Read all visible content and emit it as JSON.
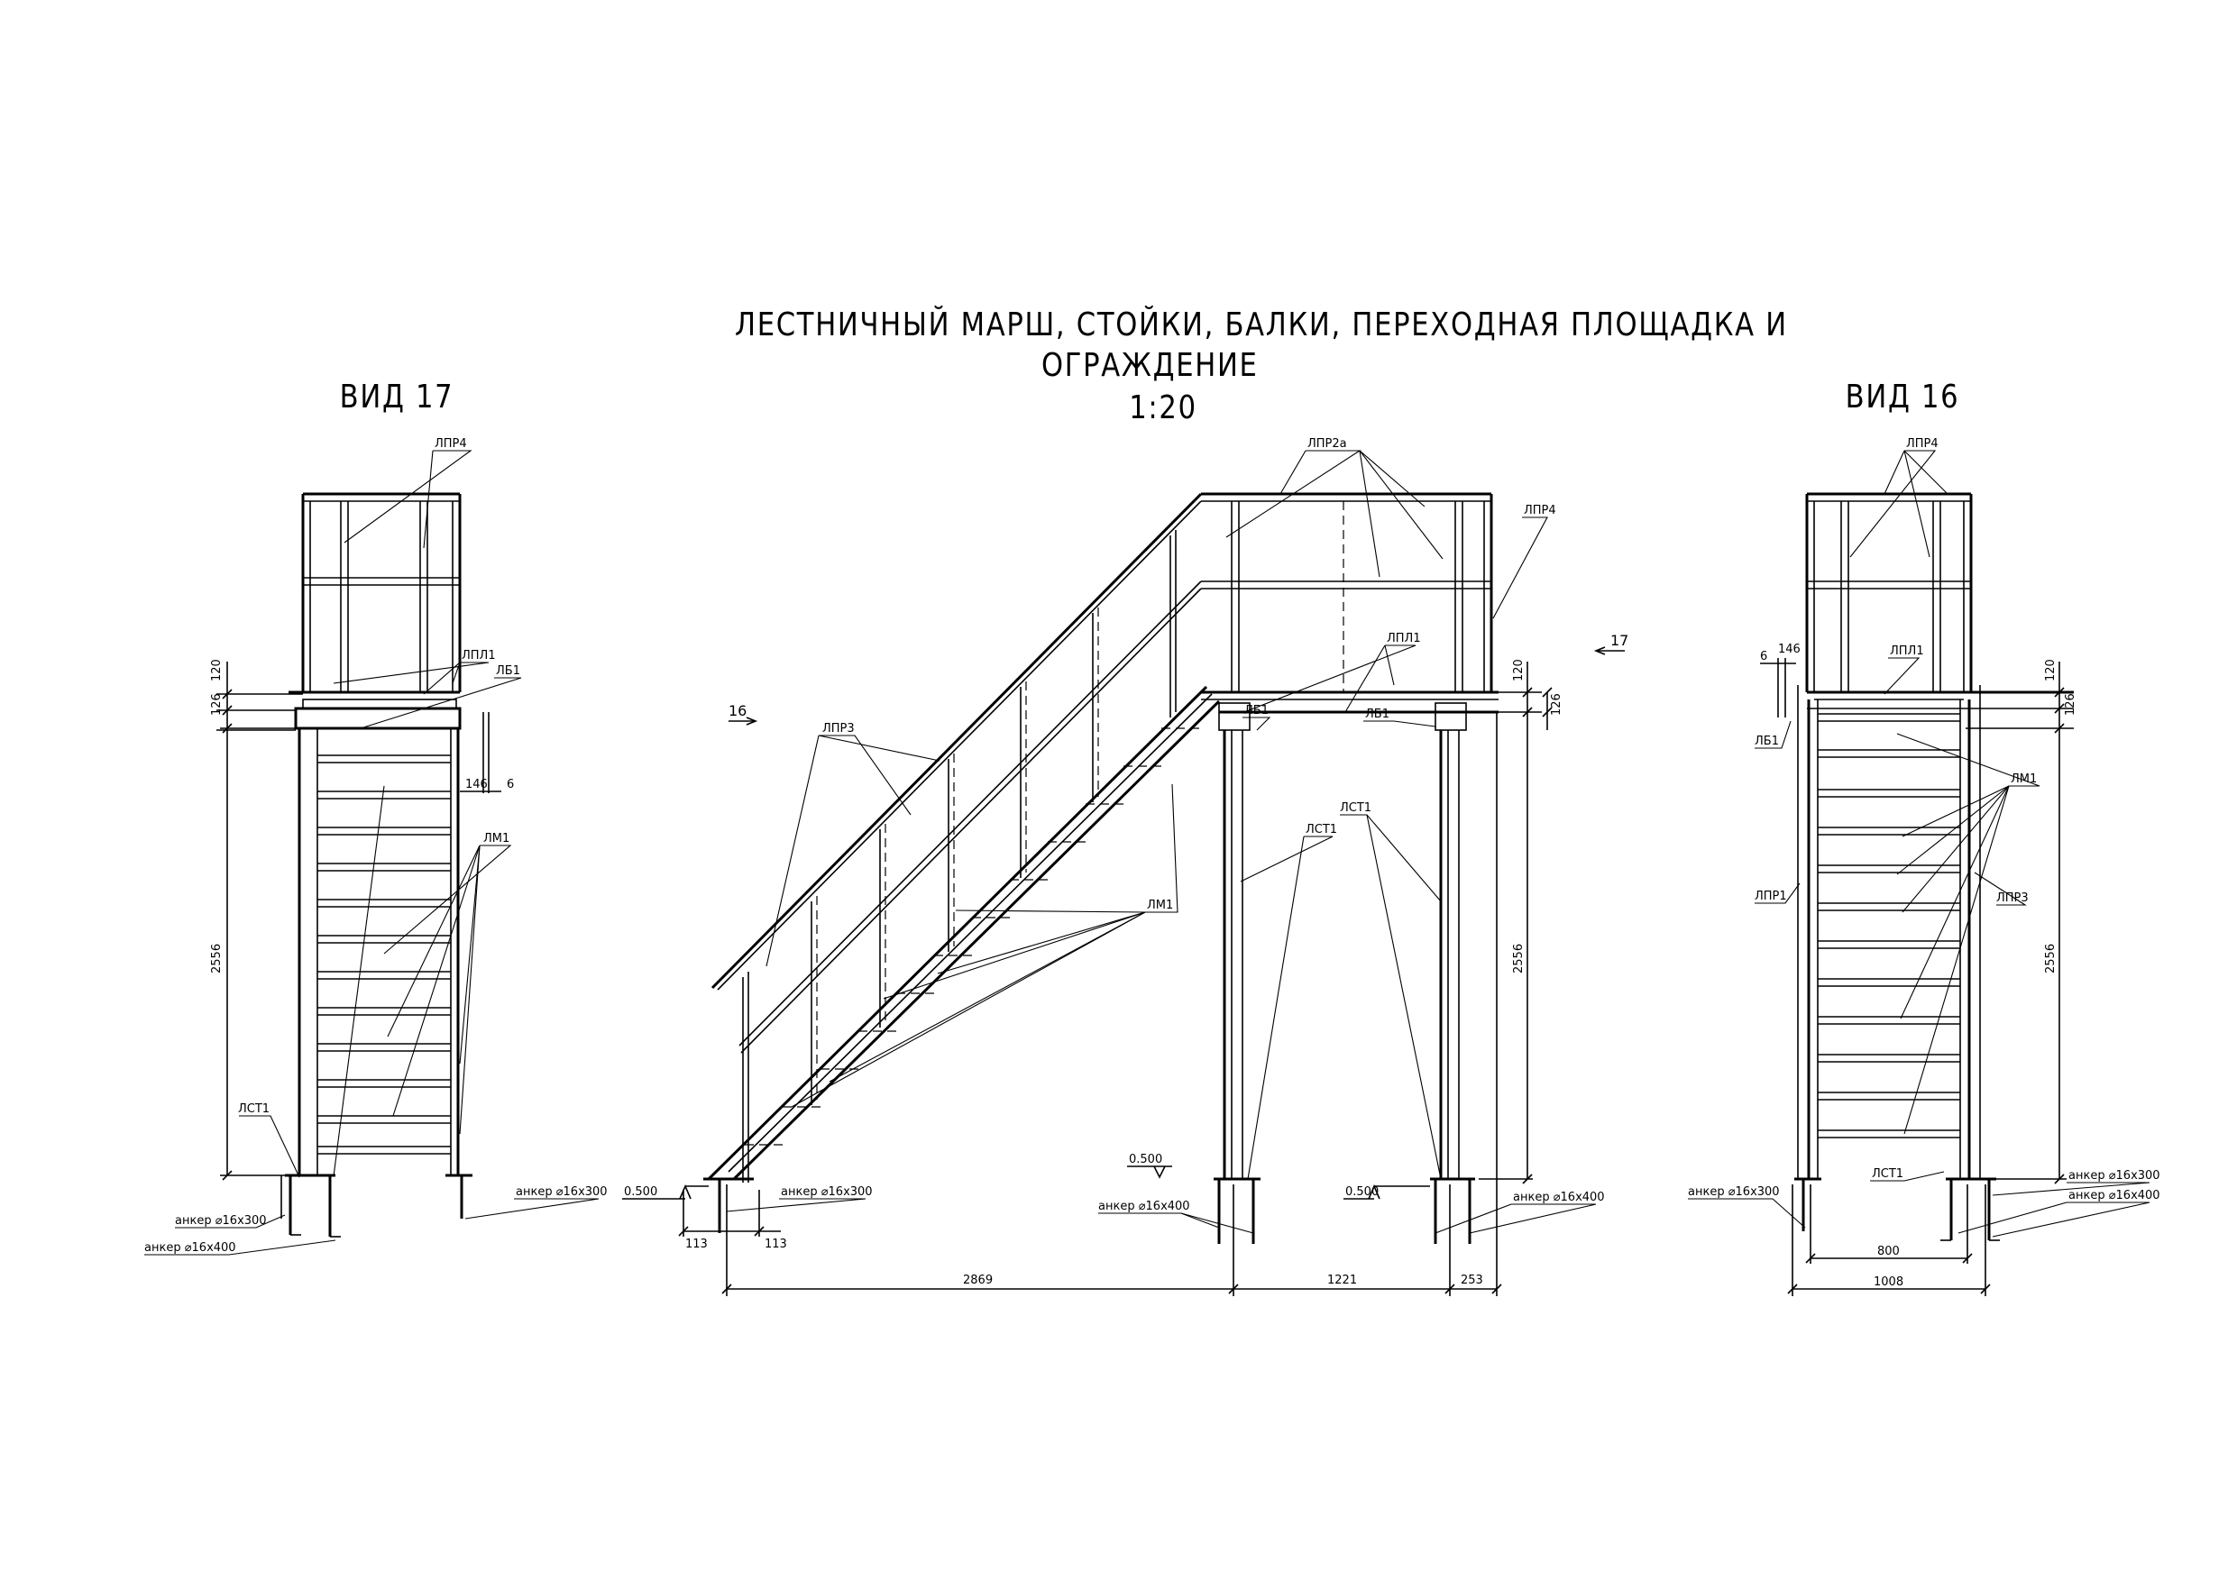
{
  "title": {
    "line1": "ЛЕСТНИЧНЫЙ МАРШ, СТОЙКИ, БАЛКИ, ПЕРЕХОДНАЯ ПЛОЩАДКА И",
    "line2": "ОГРАЖДЕНИЕ",
    "scale": "1:20"
  },
  "views": {
    "left_title": "ВИД 17",
    "right_title": "ВИД 16",
    "marker_16": "16",
    "marker_17": "17"
  },
  "labels": {
    "lpr4": "ЛПР4",
    "lpr2a": "ЛПР2а",
    "lpr3": "ЛПР3",
    "lpr1": "ЛПР1",
    "lpl1": "ЛПЛ1",
    "lb1": "ЛБ1",
    "lm1": "ЛМ1",
    "lst1": "ЛСТ1",
    "anchor300": "анкер ⌀16х300",
    "anchor400": "анкер ⌀16х400"
  },
  "dimensions": {
    "d120": "120",
    "d126": "126",
    "d2556": "2556",
    "d146": "146",
    "d6": "6",
    "d113": "113",
    "d2869": "2869",
    "d1221": "1221",
    "d253": "253",
    "d800": "800",
    "d1008": "1008",
    "level": "0.500"
  }
}
